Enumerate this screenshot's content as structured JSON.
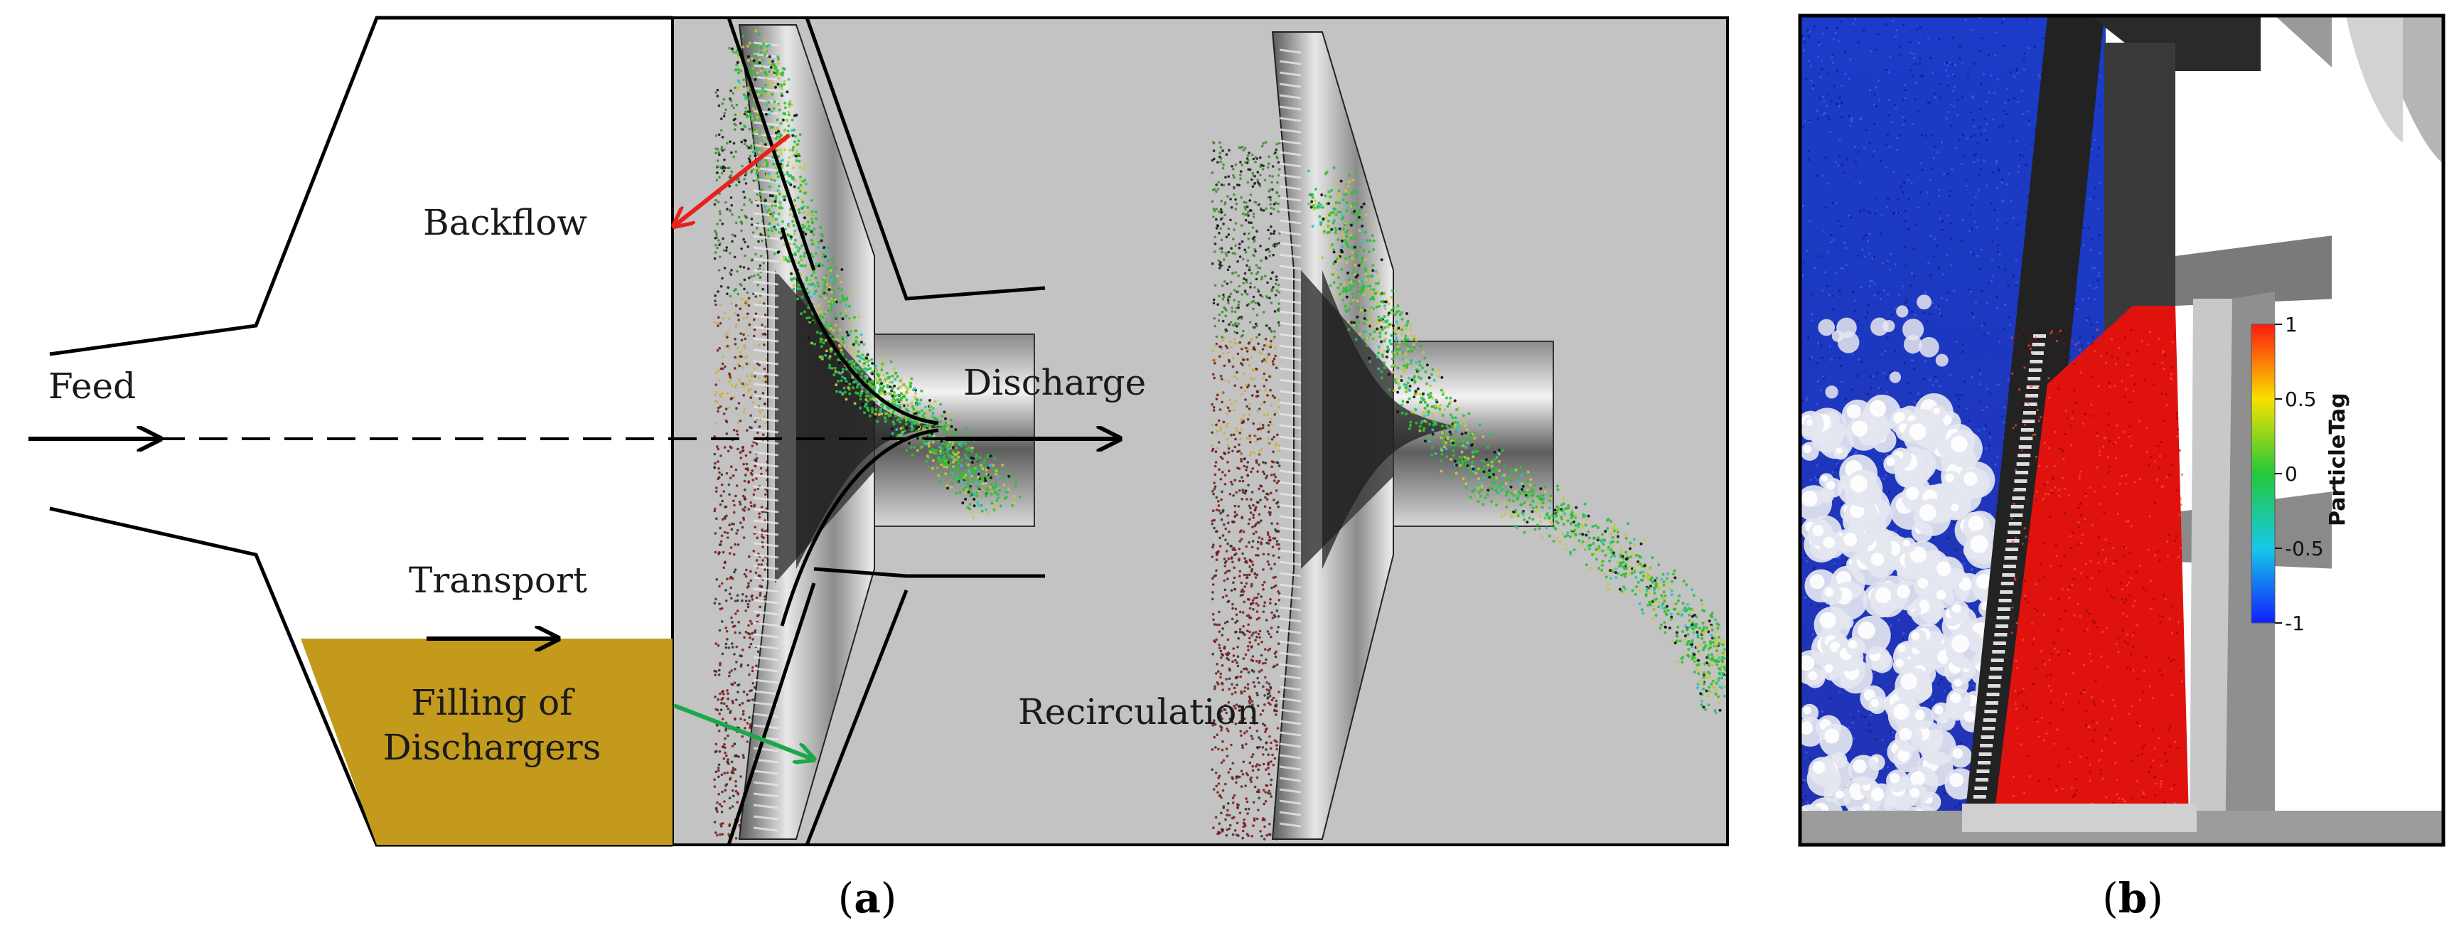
{
  "panel_a": {
    "labels": {
      "feed": "Feed",
      "backflow": "Backflow",
      "discharge": "Discharge",
      "transport": "Transport",
      "filling_line1": "Filling of",
      "filling_line2": "Dischargers",
      "recirculation": "Recirculation"
    },
    "caption": {
      "open": "(",
      "letter": "a",
      "close": ")"
    }
  },
  "panel_b": {
    "colorbar": {
      "title": "ParticleTag",
      "ticks": [
        "1",
        "0.5",
        "0",
        "-0.5",
        "-1"
      ],
      "min": -1,
      "max": 1
    },
    "caption": {
      "open": "(",
      "letter": "b",
      "close": ")"
    }
  },
  "colors": {
    "filling": "#C39A1C",
    "background_gray": "#C3C3C3",
    "backflow_arrow": "#E8201C",
    "filling_arrow": "#1BA84A"
  }
}
